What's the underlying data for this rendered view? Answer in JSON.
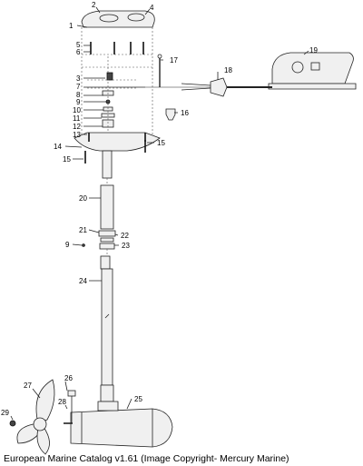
{
  "caption": "European Marine Catalog v1.61 (Image Copyright- Mercury Marine)",
  "callouts": [
    "1",
    "2",
    "3",
    "4",
    "5",
    "6",
    "7",
    "8",
    "9",
    "9",
    "10",
    "11",
    "12",
    "13",
    "14",
    "15",
    "15",
    "16",
    "17",
    "18",
    "19",
    "20",
    "21",
    "22",
    "23",
    "24",
    "25",
    "26",
    "27",
    "28",
    "29"
  ]
}
